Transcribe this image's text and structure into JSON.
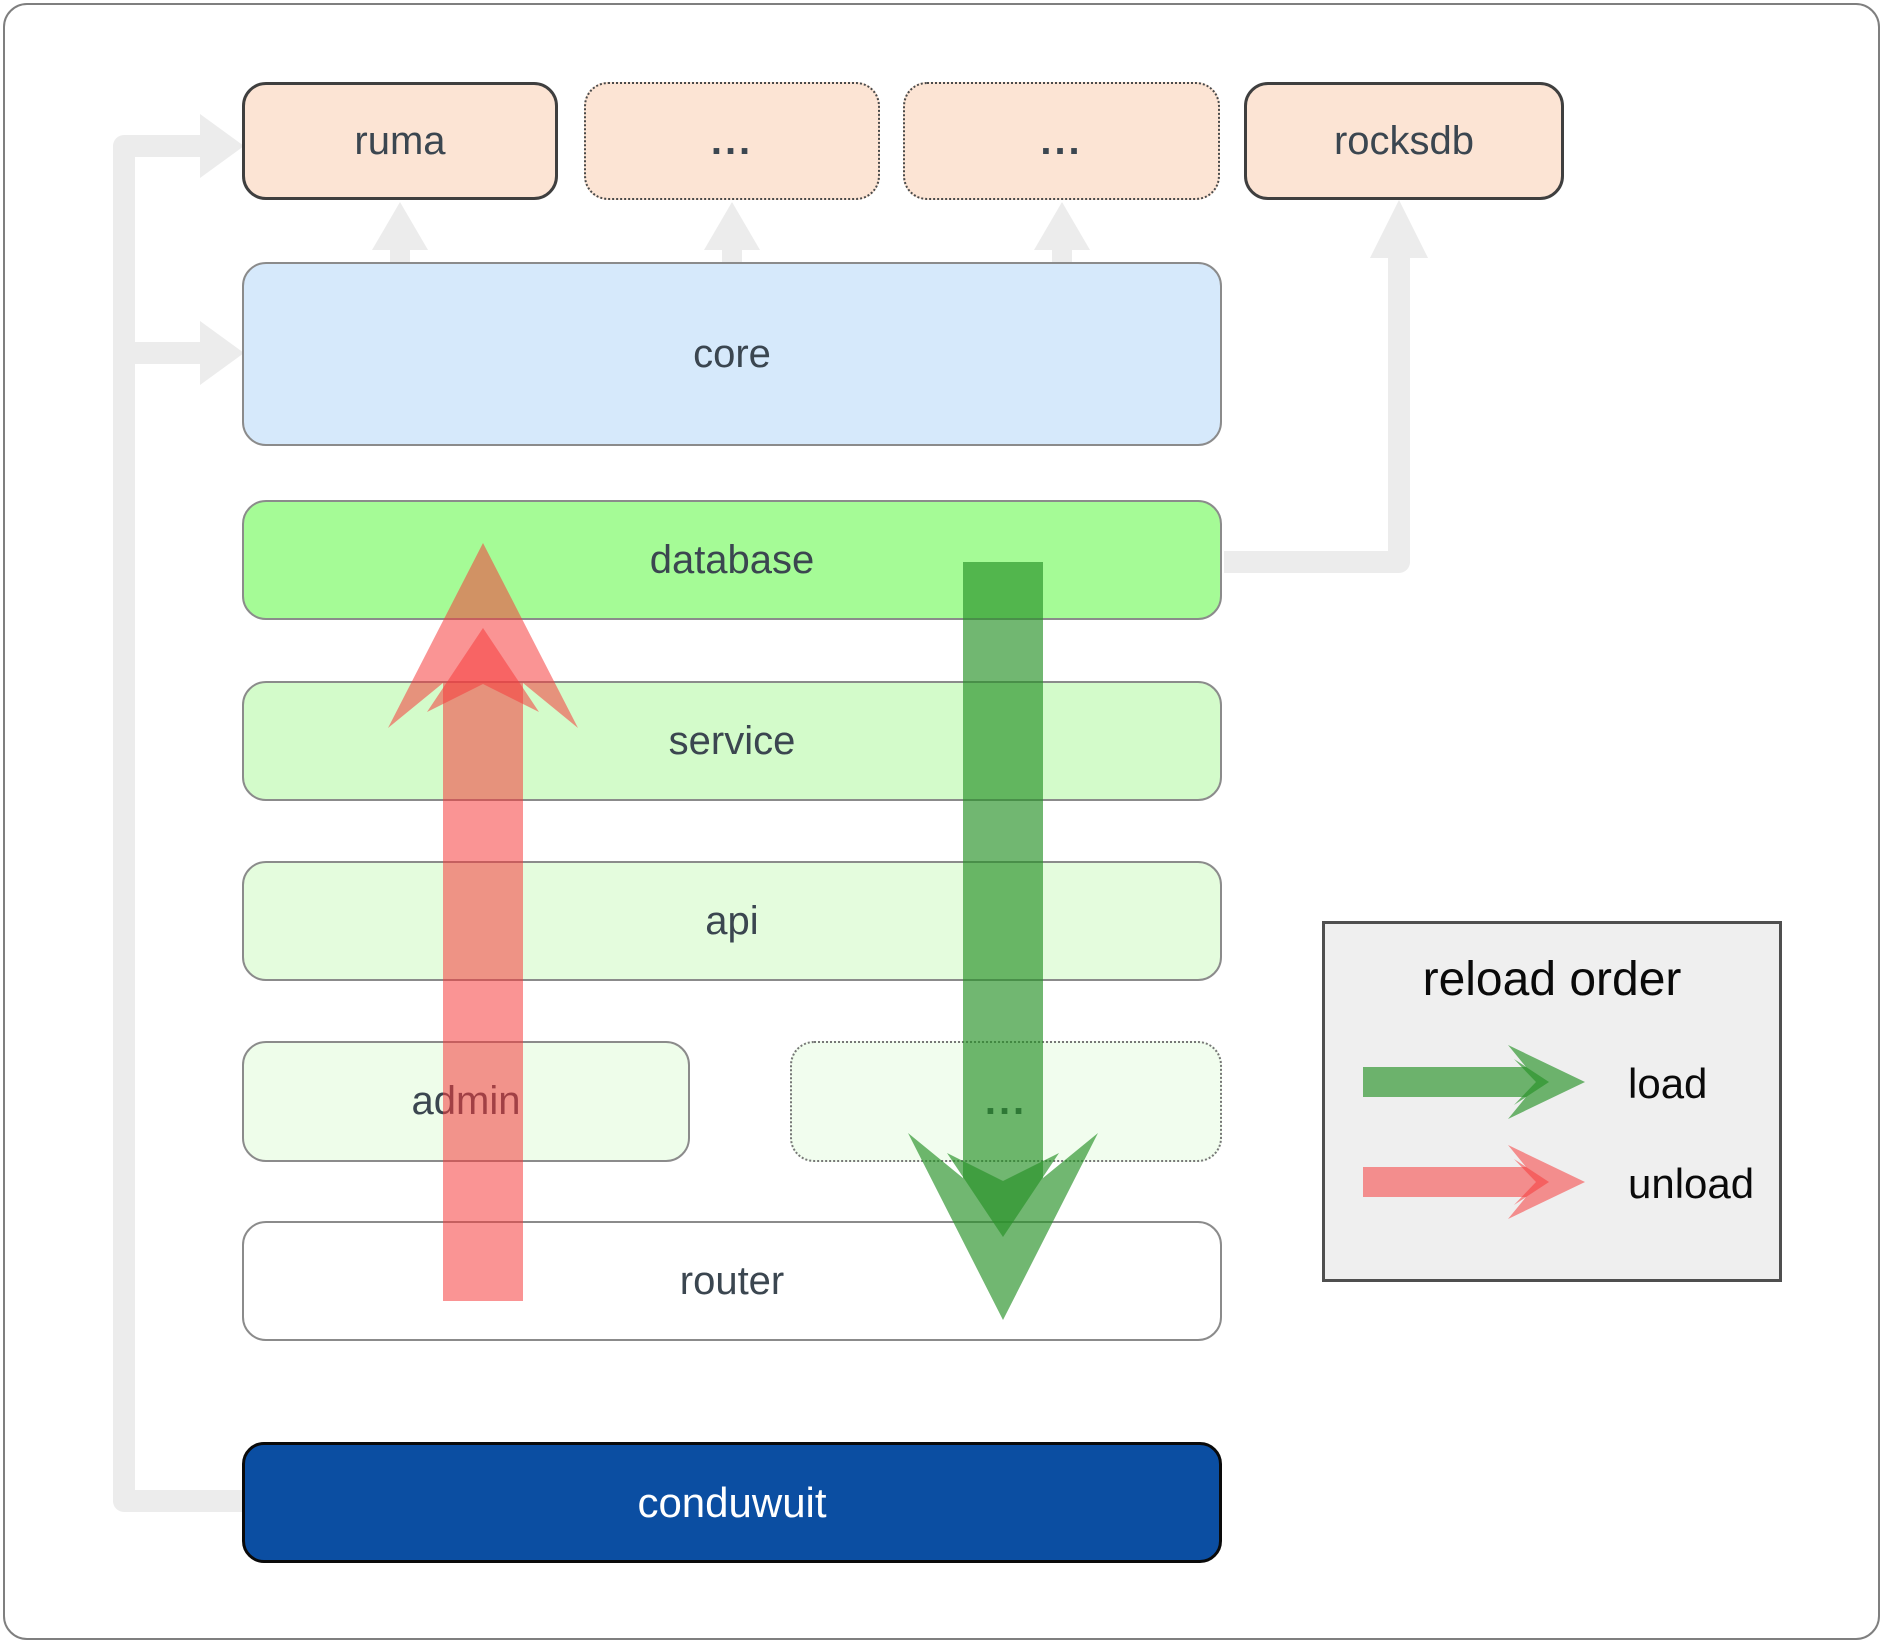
{
  "nodes": {
    "ruma": "ruma",
    "ellipsis_top_1": "...",
    "ellipsis_top_2": "...",
    "rocksdb": "rocksdb",
    "core": "core",
    "database": "database",
    "service": "service",
    "api": "api",
    "admin": "admin",
    "ellipsis_mid": "...",
    "router": "router",
    "conduwuit": "conduwuit"
  },
  "legend": {
    "title": "reload order",
    "load_label": "load",
    "unload_label": "unload"
  },
  "colors": {
    "load_arrow": "#289128",
    "unload_arrow": "#f63c3c",
    "connector": "#ececec",
    "peach_fill": "#fce4d4",
    "core_fill": "#d6e9fb",
    "database_fill": "#a5fb96",
    "service_fill": "#d3fbca",
    "api_fill": "#e4fcdd",
    "admin_fill": "#eefdea",
    "ellipsis_mid_fill": "#f1fdee",
    "router_fill": "#ffffff",
    "conduwuit_fill": "#0b4ea2",
    "legend_bg": "#efefef"
  }
}
